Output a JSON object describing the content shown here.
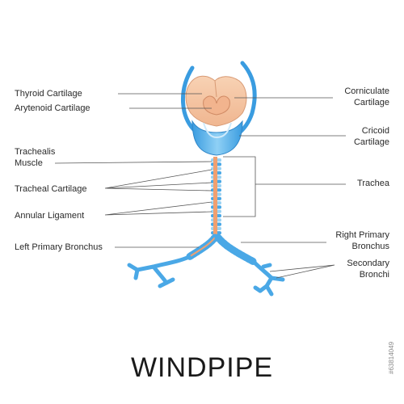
{
  "title": "WINDPIPE",
  "stock_id": "#63814049",
  "labels_left": {
    "thyroid_cartilage": "Thyroid Cartilage",
    "arytenoid_cartilage": "Arytenoid Cartilage",
    "trachealis_muscle_1": "Trachealis",
    "trachealis_muscle_2": "Muscle",
    "tracheal_cartilage": "Tracheal Cartilage",
    "annular_ligament": "Annular Ligament",
    "left_primary_bronchus": "Left Primary Bronchus"
  },
  "labels_right": {
    "corniculate_cartilage_1": "Corniculate",
    "corniculate_cartilage_2": "Cartilage",
    "cricoid_cartilage_1": "Cricoid",
    "cricoid_cartilage_2": "Cartilage",
    "trachea": "Trachea",
    "right_primary_bronchus_1": "Right Primary",
    "right_primary_bronchus_2": "Bronchus",
    "secondary_bronchi_1": "Secondary",
    "secondary_bronchi_2": "Bronchi"
  },
  "colors": {
    "cartilage_blue": "#4aa8e6",
    "cartilage_light": "#9ad2f2",
    "tissue_peach": "#f6c3a0",
    "muscle_orange": "#f0a070",
    "leader_line": "#555555"
  }
}
